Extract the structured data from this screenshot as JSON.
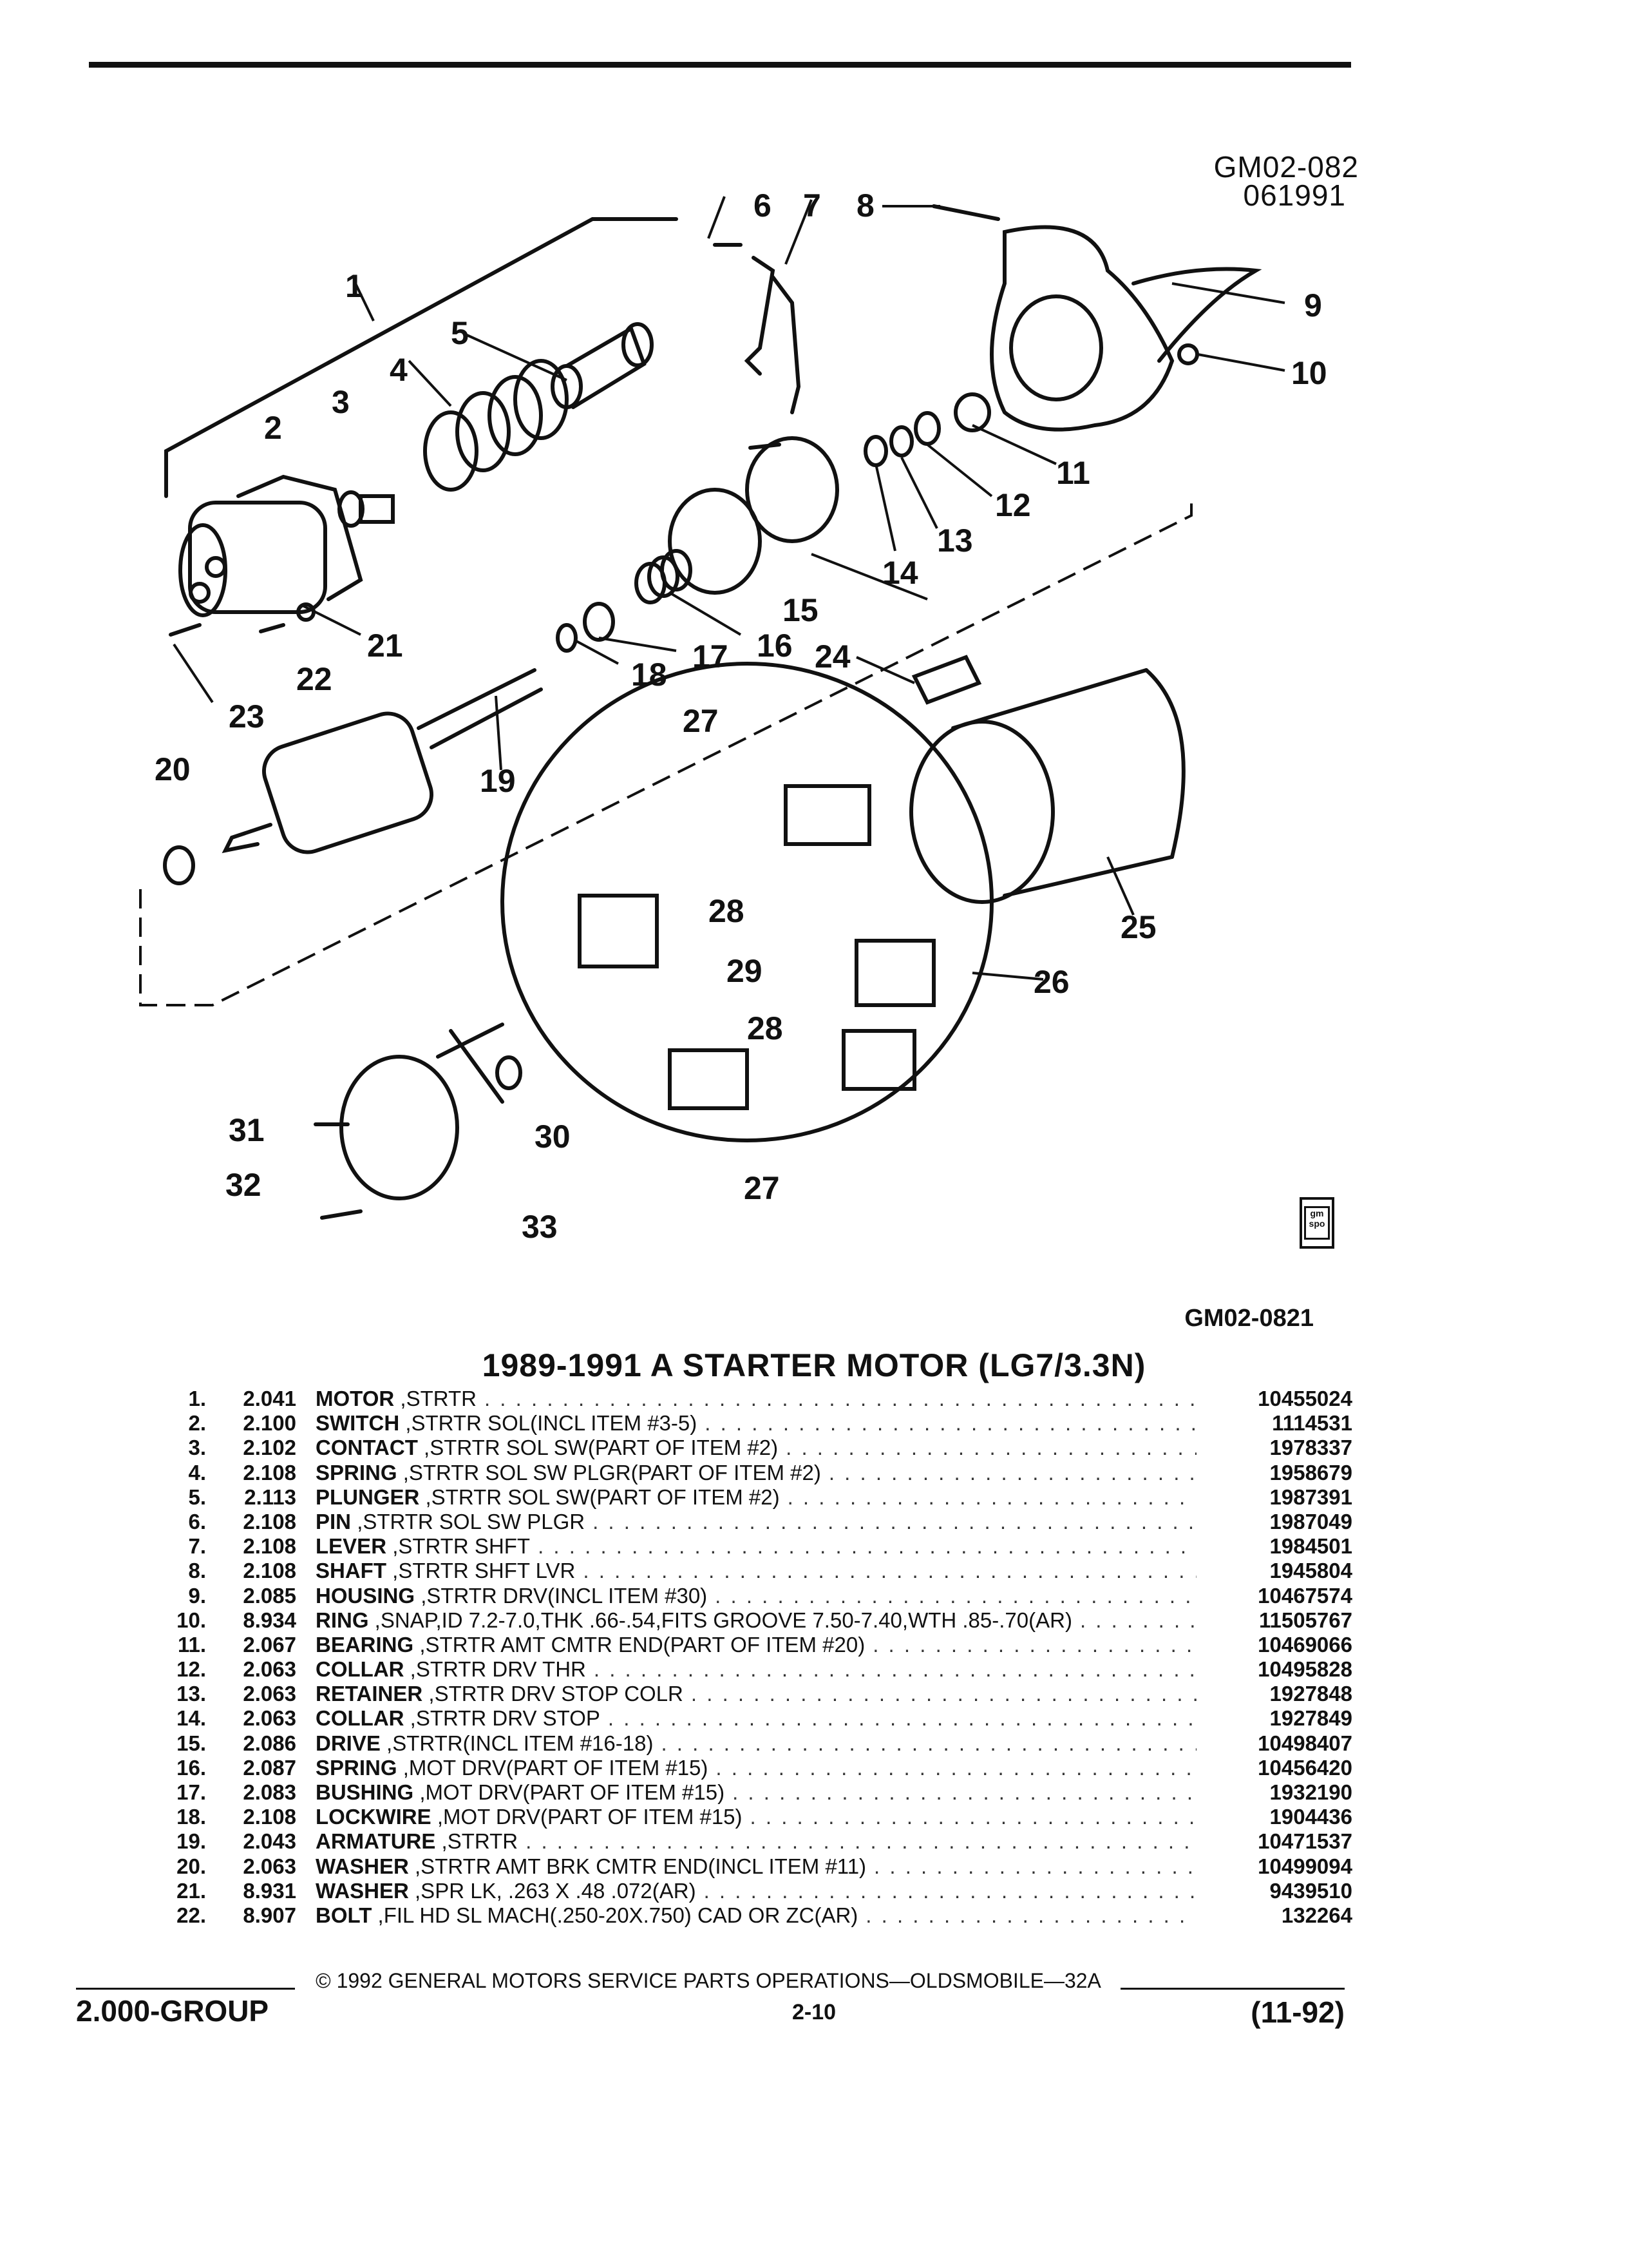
{
  "header": {
    "ref_code": "GM02-082",
    "ref_date": "061991",
    "figure_code": "GM02-0821"
  },
  "figure": {
    "callouts": [
      "1",
      "2",
      "3",
      "4",
      "5",
      "6",
      "7",
      "8",
      "9",
      "10",
      "11",
      "12",
      "13",
      "14",
      "15",
      "16",
      "17",
      "18",
      "19",
      "20",
      "21",
      "22",
      "23",
      "24",
      "25",
      "26",
      "27",
      "28",
      "29",
      "30",
      "31",
      "32",
      "33"
    ],
    "logo_text": "gm spo"
  },
  "title": "1989-1991 A STARTER MOTOR (LG7/3.3N)",
  "parts": [
    {
      "num": "1.",
      "group": "2.041",
      "name": "MOTOR",
      "desc": ",STRTR",
      "pn": "10455024"
    },
    {
      "num": "2.",
      "group": "2.100",
      "name": "SWITCH",
      "desc": ",STRTR SOL(INCL ITEM #3-5)",
      "pn": "1114531"
    },
    {
      "num": "3.",
      "group": "2.102",
      "name": "CONTACT",
      "desc": ",STRTR SOL SW(PART OF ITEM #2)",
      "pn": "1978337"
    },
    {
      "num": "4.",
      "group": "2.108",
      "name": "SPRING",
      "desc": ",STRTR SOL SW PLGR(PART OF ITEM #2)",
      "pn": "1958679"
    },
    {
      "num": "5.",
      "group": "2.113",
      "name": "PLUNGER",
      "desc": ",STRTR SOL SW(PART OF ITEM #2)",
      "pn": "1987391"
    },
    {
      "num": "6.",
      "group": "2.108",
      "name": "PIN",
      "desc": ",STRTR SOL SW PLGR",
      "pn": "1987049"
    },
    {
      "num": "7.",
      "group": "2.108",
      "name": "LEVER",
      "desc": ",STRTR SHFT",
      "pn": "1984501"
    },
    {
      "num": "8.",
      "group": "2.108",
      "name": "SHAFT",
      "desc": ",STRTR SHFT LVR",
      "pn": "1945804"
    },
    {
      "num": "9.",
      "group": "2.085",
      "name": "HOUSING",
      "desc": ",STRTR DRV(INCL ITEM #30)",
      "pn": "10467574"
    },
    {
      "num": "10.",
      "group": "8.934",
      "name": "RING",
      "desc": ",SNAP,ID 7.2-7.0,THK .66-.54,FITS GROOVE 7.50-7.40,WTH .85-.70(AR)",
      "pn": "11505767"
    },
    {
      "num": "11.",
      "group": "2.067",
      "name": "BEARING",
      "desc": ",STRTR AMT CMTR END(PART OF ITEM #20)",
      "pn": "10469066"
    },
    {
      "num": "12.",
      "group": "2.063",
      "name": "COLLAR",
      "desc": ",STRTR DRV THR",
      "pn": "10495828"
    },
    {
      "num": "13.",
      "group": "2.063",
      "name": "RETAINER",
      "desc": ",STRTR DRV STOP COLR",
      "pn": "1927848"
    },
    {
      "num": "14.",
      "group": "2.063",
      "name": "COLLAR",
      "desc": ",STRTR DRV STOP",
      "pn": "1927849"
    },
    {
      "num": "15.",
      "group": "2.086",
      "name": "DRIVE",
      "desc": ",STRTR(INCL ITEM #16-18)",
      "pn": "10498407"
    },
    {
      "num": "16.",
      "group": "2.087",
      "name": "SPRING",
      "desc": ",MOT DRV(PART OF ITEM #15)",
      "pn": "10456420"
    },
    {
      "num": "17.",
      "group": "2.083",
      "name": "BUSHING",
      "desc": ",MOT DRV(PART OF ITEM #15)",
      "pn": "1932190"
    },
    {
      "num": "18.",
      "group": "2.108",
      "name": "LOCKWIRE",
      "desc": ",MOT DRV(PART OF ITEM #15)",
      "pn": "1904436"
    },
    {
      "num": "19.",
      "group": "2.043",
      "name": "ARMATURE",
      "desc": ",STRTR",
      "pn": "10471537"
    },
    {
      "num": "20.",
      "group": "2.063",
      "name": "WASHER",
      "desc": ",STRTR AMT BRK CMTR END(INCL ITEM #11)",
      "pn": "10499094"
    },
    {
      "num": "21.",
      "group": "8.931",
      "name": "WASHER",
      "desc": ",SPR LK, .263 X .48 .072(AR)",
      "pn": "9439510"
    },
    {
      "num": "22.",
      "group": "8.907",
      "name": "BOLT",
      "desc": ",FIL HD SL MACH(.250-20X.750) CAD OR ZC(AR)",
      "pn": "132264"
    }
  ],
  "footer": {
    "copyright": "© 1992 GENERAL MOTORS SERVICE PARTS OPERATIONS—OLDSMOBILE—32A",
    "group": "2.000-GROUP",
    "page": "2-10",
    "date": "(11-92)"
  }
}
